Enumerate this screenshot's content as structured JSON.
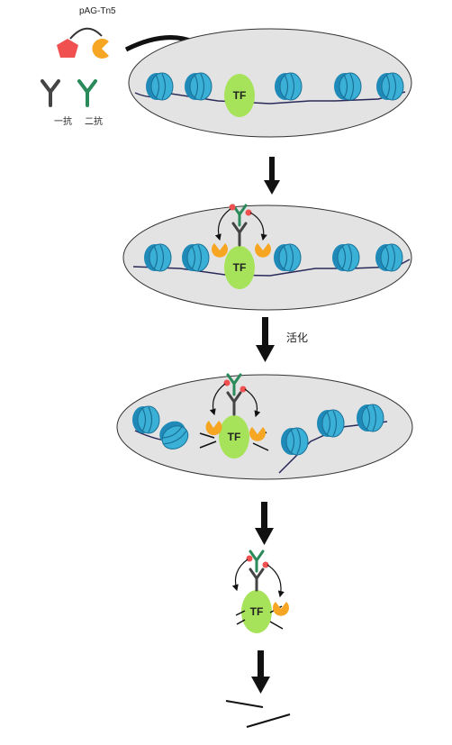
{
  "legend": {
    "pag_tn5": "pAG-Tn5",
    "primary_antibody": "一抗",
    "secondary_antibody": "二抗"
  },
  "steps": {
    "activation": "活化"
  },
  "tf": "TF",
  "colors": {
    "background": "#ffffff",
    "nucleus_fill": "#e3e3e3",
    "nucleosome": "#3bb0d6",
    "dna": "#2a2a5a",
    "tf_fill": "#a7e35a",
    "protein_a_g": "#f05050",
    "tn5": "#f6a623",
    "antibody_primary": "#444444",
    "antibody_secondary": "#2a8a5a",
    "arrow": "#111111"
  }
}
